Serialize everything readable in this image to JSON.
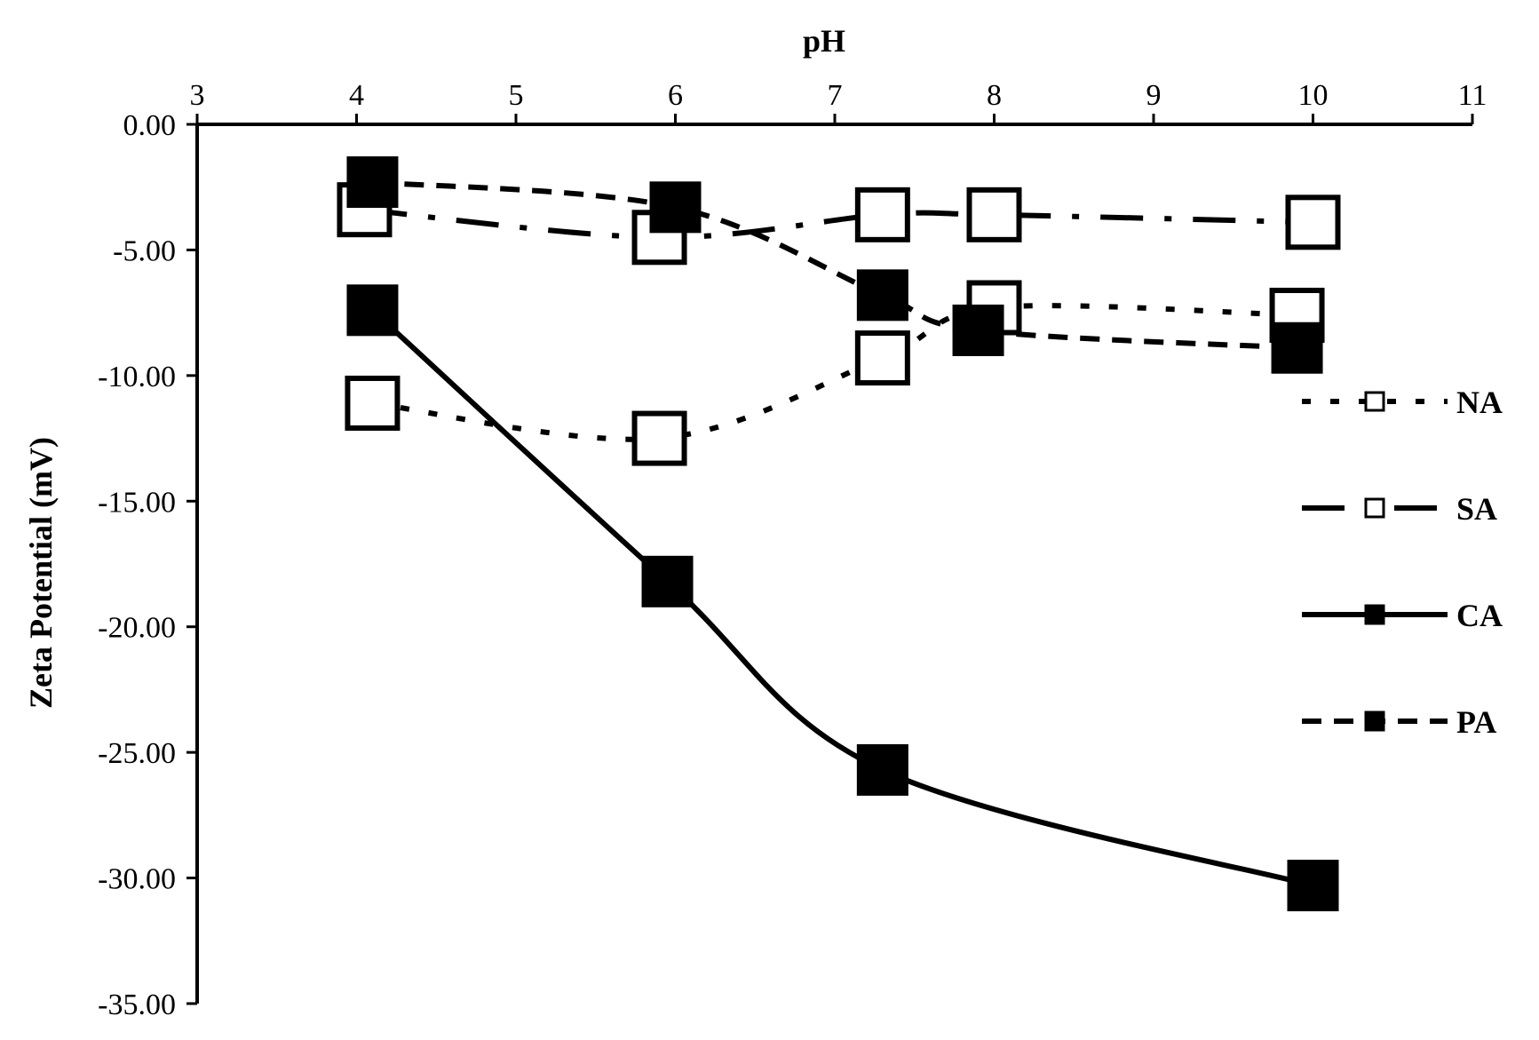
{
  "chart_data": {
    "type": "line",
    "xlabel": "pH",
    "ylabel": "Zeta Potential (mV)",
    "xlim": [
      3,
      11
    ],
    "ylim": [
      -35,
      0
    ],
    "x_ticks": [
      "3",
      "4",
      "5",
      "6",
      "7",
      "8",
      "9",
      "10",
      "11"
    ],
    "y_ticks": [
      "0.00",
      "-5.00",
      "-10.00",
      "-15.00",
      "-20.00",
      "-25.00",
      "-30.00",
      "-35.00"
    ],
    "x_axis_position": "top",
    "grid": false,
    "legend_position": "right",
    "series": [
      {
        "name": "NA",
        "marker": "open-square",
        "line_style": "dotted",
        "x": [
          4.1,
          5.9,
          7.3,
          8.0,
          9.9
        ],
        "y": [
          -11.1,
          -12.5,
          -9.3,
          -7.3,
          -7.6
        ]
      },
      {
        "name": "SA",
        "marker": "open-square",
        "line_style": "dash-dot",
        "x": [
          4.05,
          5.9,
          7.3,
          8.0,
          10.0
        ],
        "y": [
          -3.4,
          -4.5,
          -3.6,
          -3.6,
          -3.9
        ]
      },
      {
        "name": "CA",
        "marker": "filled-square",
        "line_style": "solid",
        "x": [
          4.1,
          5.95,
          7.3,
          10.0
        ],
        "y": [
          -7.4,
          -18.2,
          -25.7,
          -30.3
        ]
      },
      {
        "name": "PA",
        "marker": "filled-square",
        "line_style": "dashed",
        "x": [
          4.1,
          6.0,
          7.3,
          7.9,
          9.9
        ],
        "y": [
          -2.3,
          -3.3,
          -6.8,
          -8.2,
          -8.9
        ]
      }
    ]
  }
}
